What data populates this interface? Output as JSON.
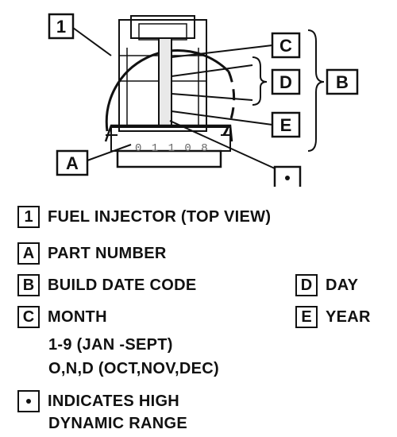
{
  "diagram": {
    "callouts": {
      "one": "1",
      "a": "A",
      "b": "B",
      "c": "C",
      "d": "D",
      "e": "E"
    },
    "stamp_digits": "0 1 1 0 8"
  },
  "legend": {
    "items": [
      {
        "key": "1",
        "text": "FUEL INJECTOR (TOP VIEW)"
      },
      {
        "key": "A",
        "text": "PART NUMBER"
      },
      {
        "key": "B",
        "text": "BUILD DATE CODE"
      },
      {
        "key": "C",
        "text": "MONTH"
      },
      {
        "key": "D",
        "text": "DAY"
      },
      {
        "key": "E",
        "text": "YEAR"
      },
      {
        "key": "•",
        "text": "INDICATES HIGH"
      }
    ],
    "month_line_1": "1-9 (JAN -SEPT)",
    "month_line_2": "O,N,D (OCT,NOV,DEC)",
    "dot_line_2": "DYNAMIC RANGE"
  }
}
